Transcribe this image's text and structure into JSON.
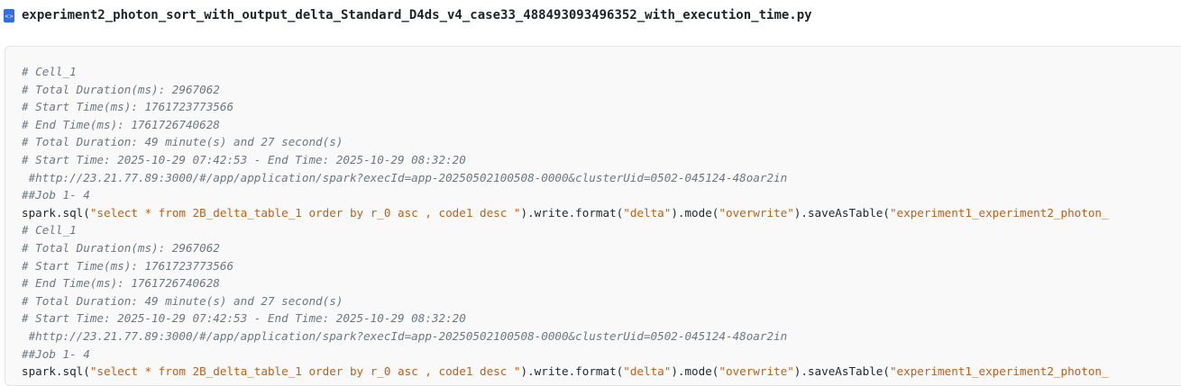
{
  "file": {
    "icon": "python-file-icon",
    "name": "experiment2_photon_sort_with_output_delta_Standard_D4ds_v4_case33_488493093496352_with_execution_time.py"
  },
  "colors": {
    "comment": "#6e7781",
    "string": "#b8621b",
    "text": "#24292e",
    "background": "#f9f9f9"
  },
  "code_lines": [
    [
      {
        "t": "comment",
        "v": "# Cell_1"
      }
    ],
    [
      {
        "t": "comment",
        "v": "# Total Duration(ms): 2967062"
      }
    ],
    [
      {
        "t": "comment",
        "v": "# Start Time(ms): 1761723773566"
      }
    ],
    [
      {
        "t": "comment",
        "v": "# End Time(ms): 1761726740628"
      }
    ],
    [
      {
        "t": "comment",
        "v": "# Total Duration: 49 minute(s) and 27 second(s)"
      }
    ],
    [
      {
        "t": "comment",
        "v": "# Start Time: 2025-10-29 07:42:53 - End Time: 2025-10-29 08:32:20"
      }
    ],
    [
      {
        "t": "comment",
        "v": " #http://23.21.77.89:3000/#/app/application/spark?execId=app-20250502100508-0000&clusterUid=0502-045124-48oar2in"
      }
    ],
    [
      {
        "t": "comment",
        "v": "##Job 1- 4"
      }
    ],
    [
      {
        "t": "plain",
        "v": "spark.sql("
      },
      {
        "t": "str",
        "v": "\"select * from 2B_delta_table_1 order by r_0 asc , code1 desc \""
      },
      {
        "t": "plain",
        "v": ").write.format("
      },
      {
        "t": "str",
        "v": "\"delta\""
      },
      {
        "t": "plain",
        "v": ").mode("
      },
      {
        "t": "str",
        "v": "\"overwrite\""
      },
      {
        "t": "plain",
        "v": ").saveAsTable("
      },
      {
        "t": "str",
        "v": "\"experiment1_experiment2_photon_"
      }
    ],
    [
      {
        "t": "comment",
        "v": "# Cell_1"
      }
    ],
    [
      {
        "t": "comment",
        "v": "# Total Duration(ms): 2967062"
      }
    ],
    [
      {
        "t": "comment",
        "v": "# Start Time(ms): 1761723773566"
      }
    ],
    [
      {
        "t": "comment",
        "v": "# End Time(ms): 1761726740628"
      }
    ],
    [
      {
        "t": "comment",
        "v": "# Total Duration: 49 minute(s) and 27 second(s)"
      }
    ],
    [
      {
        "t": "comment",
        "v": "# Start Time: 2025-10-29 07:42:53 - End Time: 2025-10-29 08:32:20"
      }
    ],
    [
      {
        "t": "comment",
        "v": " #http://23.21.77.89:3000/#/app/application/spark?execId=app-20250502100508-0000&clusterUid=0502-045124-48oar2in"
      }
    ],
    [
      {
        "t": "comment",
        "v": "##Job 1- 4"
      }
    ],
    [
      {
        "t": "plain",
        "v": "spark.sql("
      },
      {
        "t": "str",
        "v": "\"select * from 2B_delta_table_1 order by r_0 asc , code1 desc \""
      },
      {
        "t": "plain",
        "v": ").write.format("
      },
      {
        "t": "str",
        "v": "\"delta\""
      },
      {
        "t": "plain",
        "v": ").mode("
      },
      {
        "t": "str",
        "v": "\"overwrite\""
      },
      {
        "t": "plain",
        "v": ").saveAsTable("
      },
      {
        "t": "str",
        "v": "\"experiment1_experiment2_photon_"
      }
    ]
  ]
}
